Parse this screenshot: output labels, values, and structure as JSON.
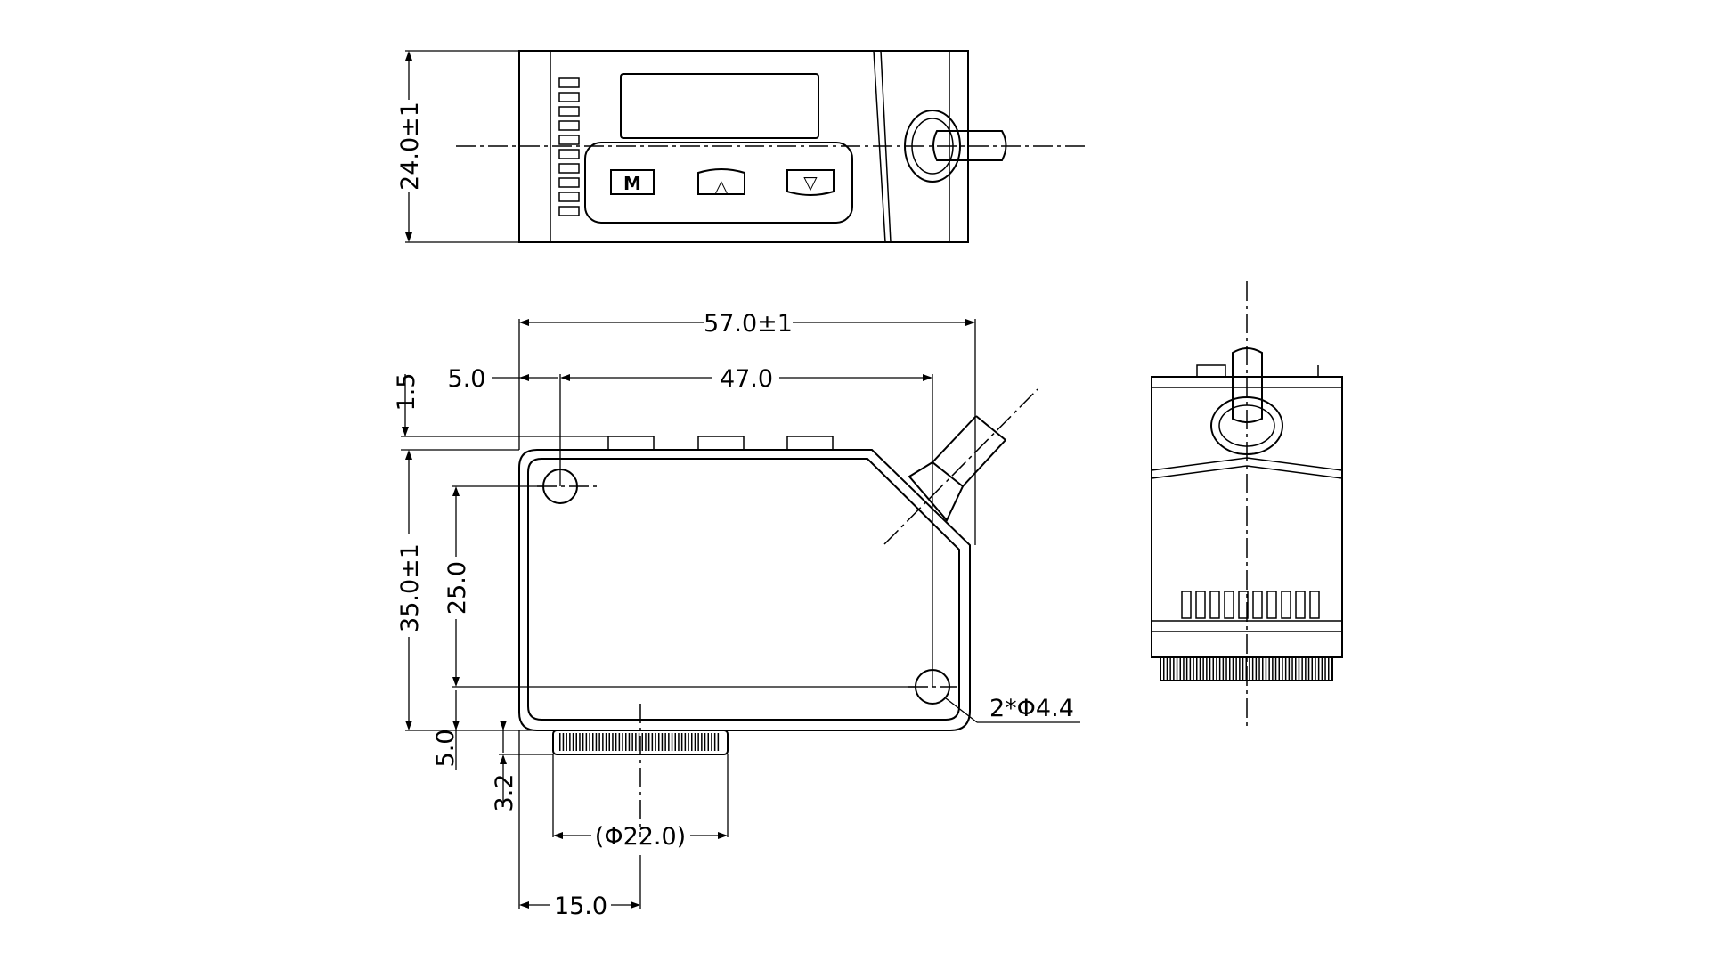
{
  "drawing": {
    "top_view": {
      "buttons": [
        {
          "id": "mode",
          "glyph": "M"
        },
        {
          "id": "up",
          "glyph": "△"
        },
        {
          "id": "down",
          "glyph": "▽"
        }
      ],
      "dims": {
        "height": "24.0±1"
      }
    },
    "front_view": {
      "dims": {
        "width_overall": "57.0±1",
        "hole_spacing_x": "47.0",
        "hole_offset_x": "5.0",
        "top_offset": "1.5",
        "height_overall": "35.0±1",
        "hole_spacing_y": "25.0",
        "hole_offset_y": "5.0",
        "connector_offset": "3.2",
        "connector_diameter": "(Φ22.0)",
        "connector_position": "15.0",
        "holes": "2*Φ4.4"
      }
    }
  }
}
